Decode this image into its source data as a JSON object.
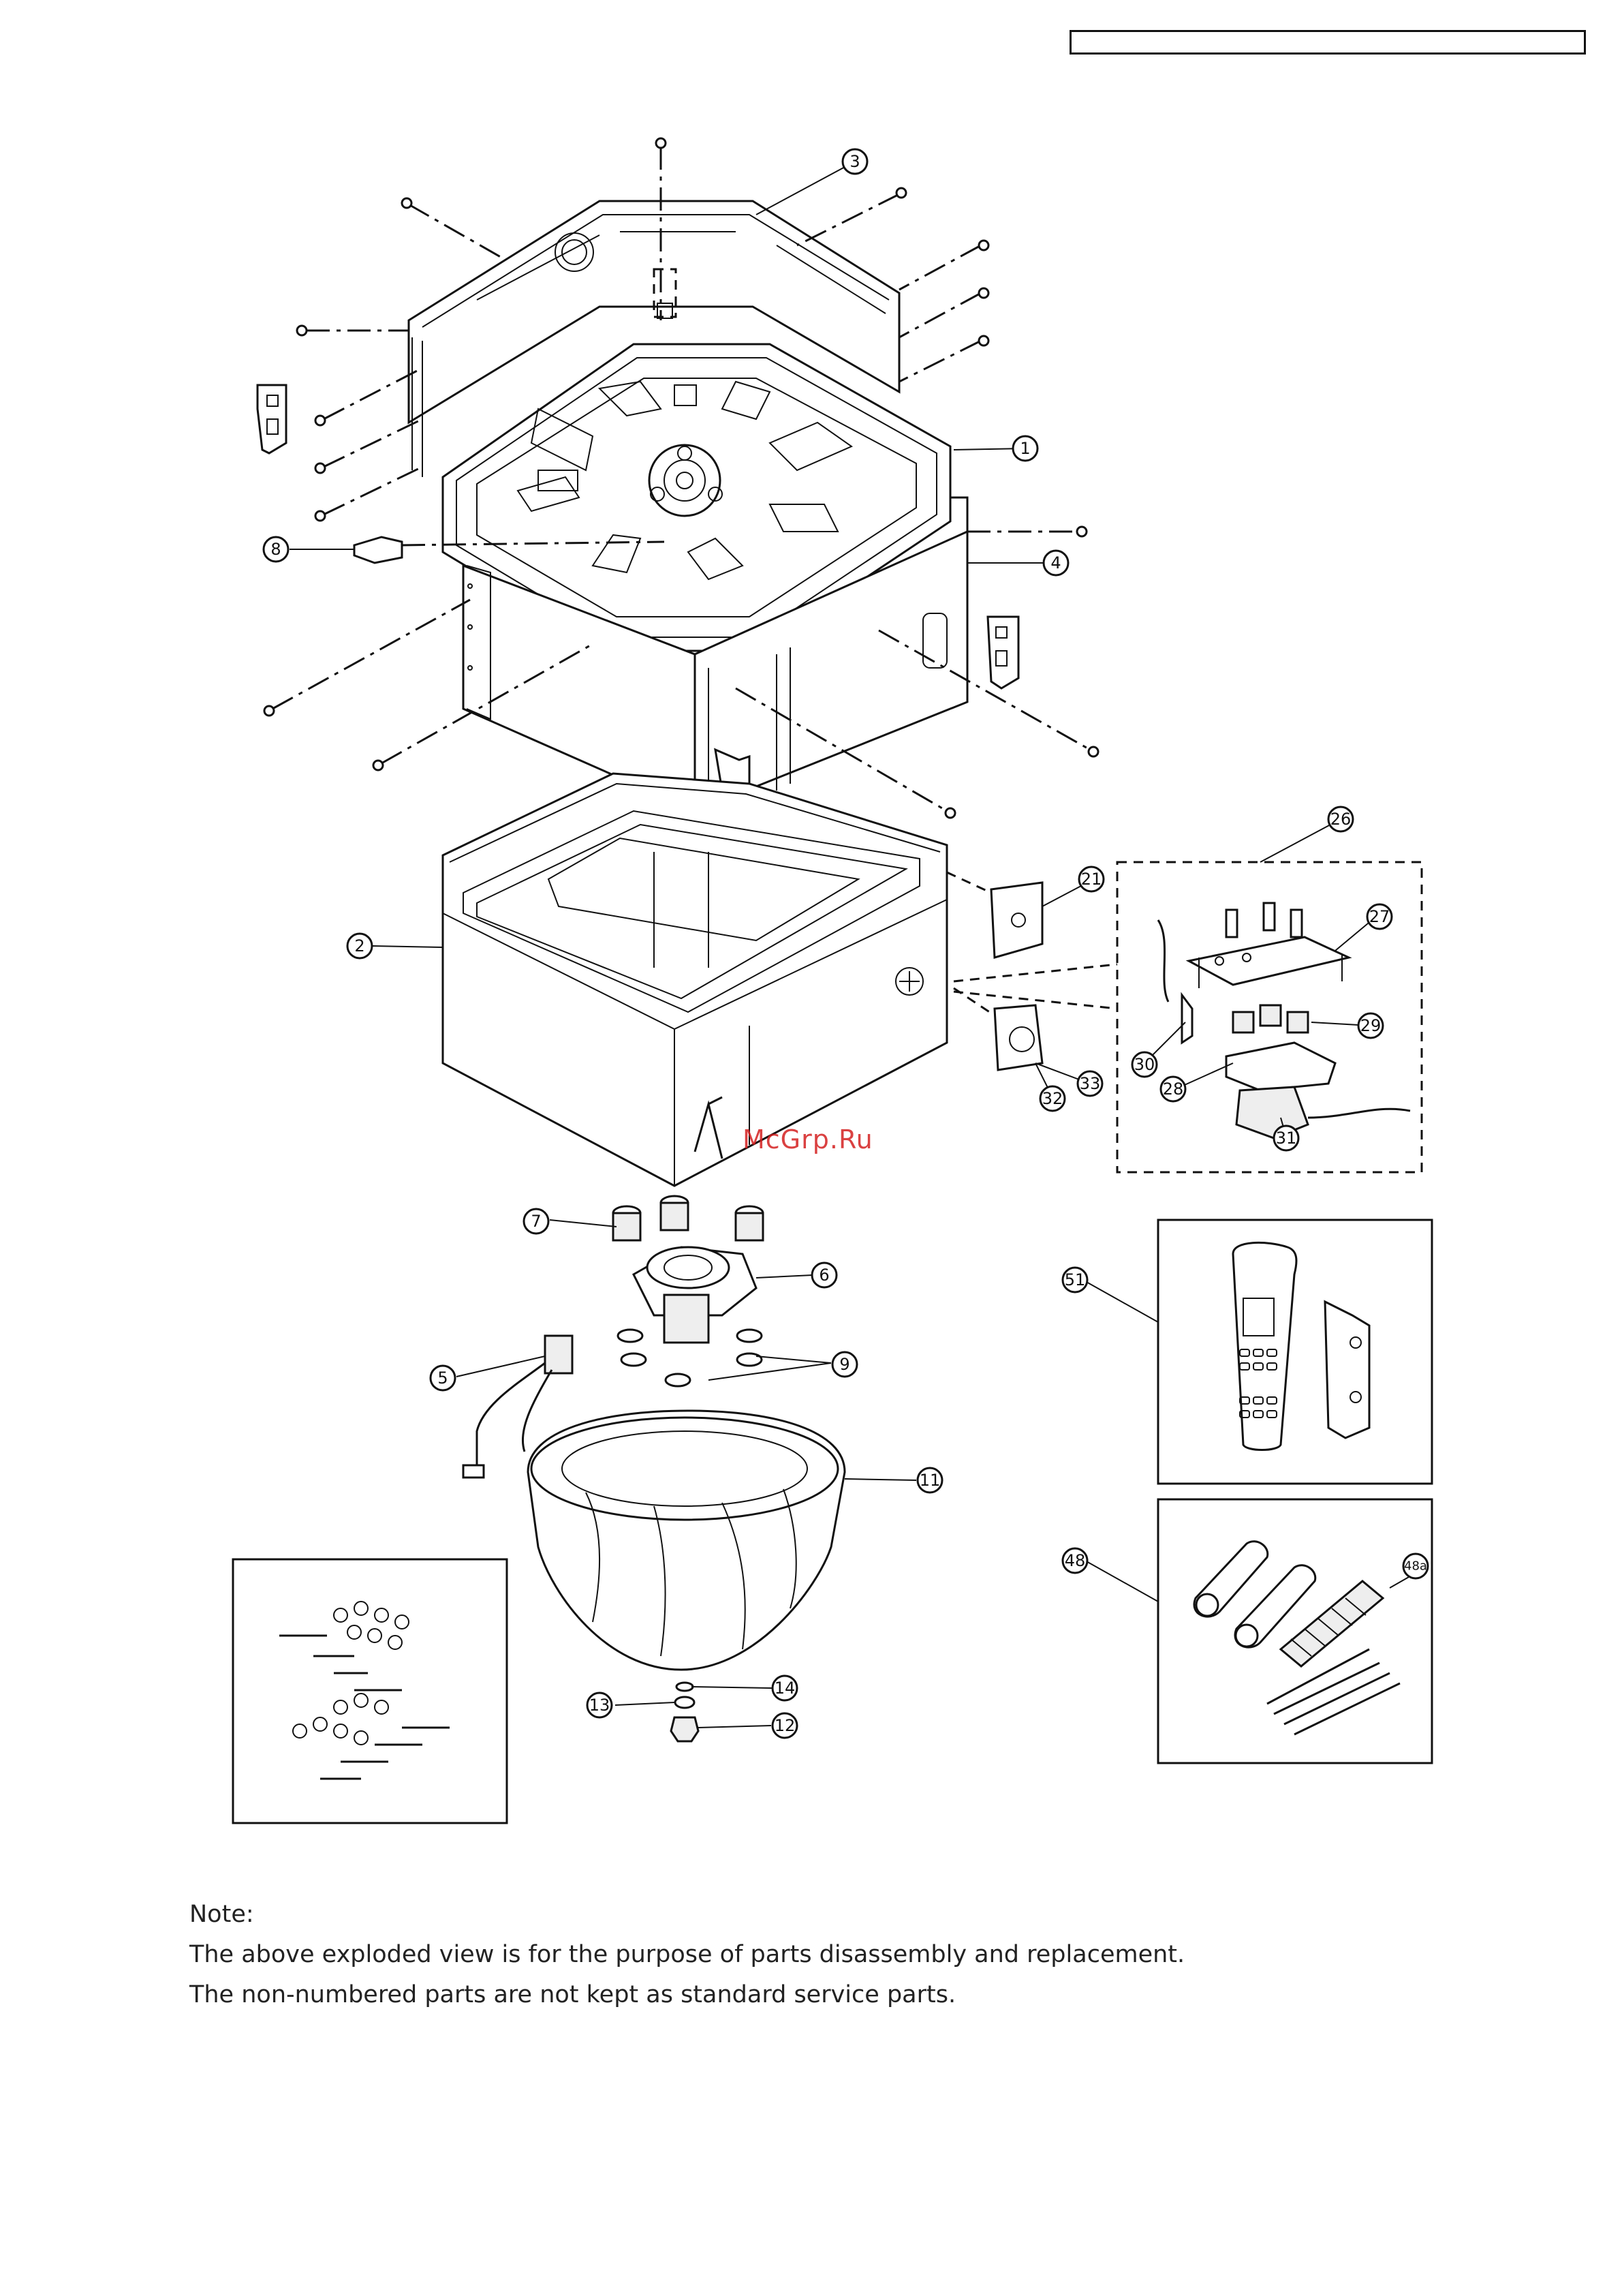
{
  "callouts": [
    {
      "id": "c1",
      "label": "1"
    },
    {
      "id": "c2",
      "label": "2"
    },
    {
      "id": "c3",
      "label": "3"
    },
    {
      "id": "c4",
      "label": "4"
    },
    {
      "id": "c5",
      "label": "5"
    },
    {
      "id": "c6",
      "label": "6"
    },
    {
      "id": "c7",
      "label": "7"
    },
    {
      "id": "c8",
      "label": "8"
    },
    {
      "id": "c9",
      "label": "9"
    },
    {
      "id": "c11",
      "label": "11"
    },
    {
      "id": "c12",
      "label": "12"
    },
    {
      "id": "c13",
      "label": "13"
    },
    {
      "id": "c14",
      "label": "14"
    },
    {
      "id": "c21",
      "label": "21"
    },
    {
      "id": "c26",
      "label": "26"
    },
    {
      "id": "c27",
      "label": "27"
    },
    {
      "id": "c28",
      "label": "28"
    },
    {
      "id": "c29",
      "label": "29"
    },
    {
      "id": "c30",
      "label": "30"
    },
    {
      "id": "c31",
      "label": "31"
    },
    {
      "id": "c32",
      "label": "32"
    },
    {
      "id": "c33",
      "label": "33"
    },
    {
      "id": "c48",
      "label": "48"
    },
    {
      "id": "c48a",
      "label": "48a"
    },
    {
      "id": "c51",
      "label": "51"
    }
  ],
  "watermark": "McGrp.Ru",
  "notes": {
    "heading": "Note:",
    "line1": "The above exploded view is for the purpose of parts disassembly and replacement.",
    "line2": "The non-numbered parts are not kept as standard service parts."
  }
}
